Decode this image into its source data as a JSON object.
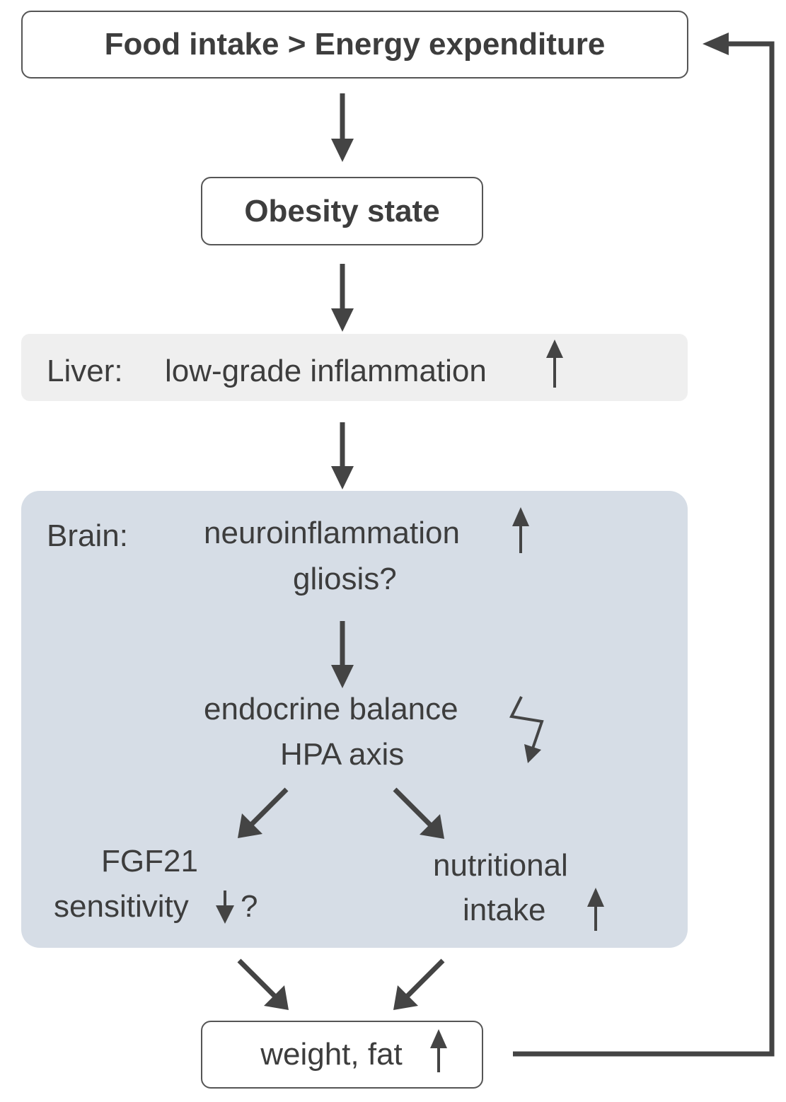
{
  "nodes": {
    "food_intake": "Food intake > Energy expenditure",
    "obesity_state": "Obesity state",
    "weight_fat": "weight, fat"
  },
  "liver": {
    "label": "Liver:",
    "text": "low-grade inflammation"
  },
  "brain": {
    "label": "Brain:",
    "neuroinflammation": "neuroinflammation",
    "gliosis": "gliosis?",
    "endocrine": "endocrine balance",
    "hpa": "HPA axis",
    "fgf21": "FGF21",
    "sensitivity": "sensitivity",
    "sensitivity_q": "?",
    "nutritional": "nutritional",
    "intake": "intake"
  },
  "colors": {
    "arrow": "#444444",
    "text": "#3d3d3d",
    "liver_bg": "#efefef",
    "brain_bg": "#d6dde6"
  },
  "icons": [
    "up-arrow-icon",
    "down-arrow-icon",
    "lightning-disruption-icon"
  ]
}
